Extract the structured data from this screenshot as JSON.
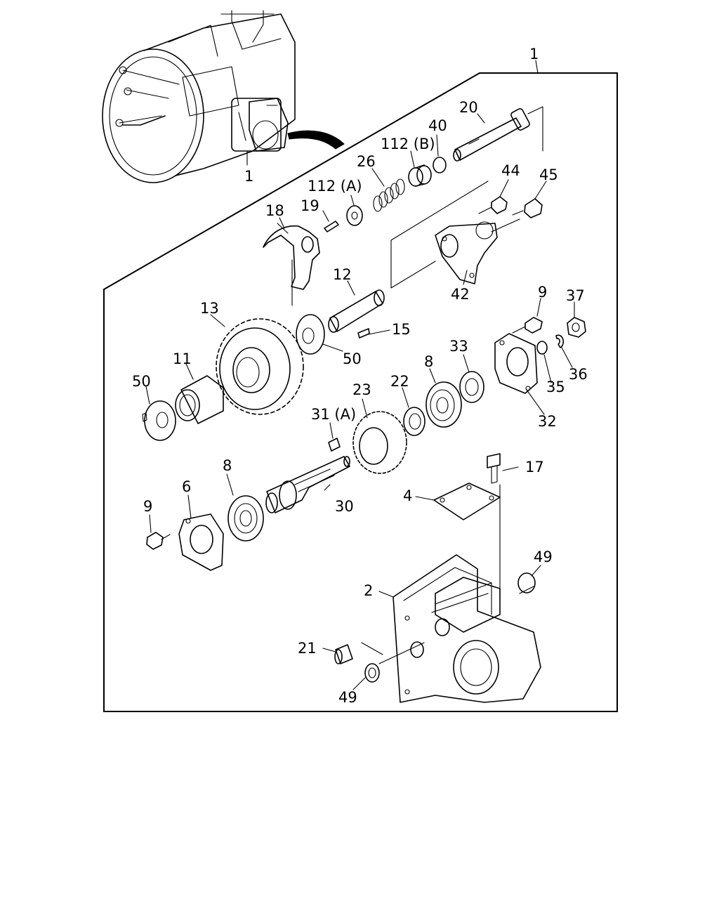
{
  "diagram": {
    "callouts": [
      {
        "id": "c-1-top",
        "text": "1"
      },
      {
        "id": "c-1-engine",
        "text": "1"
      },
      {
        "id": "c-20",
        "text": "20"
      },
      {
        "id": "c-40",
        "text": "40"
      },
      {
        "id": "c-112b",
        "text": "112 (B)"
      },
      {
        "id": "c-26",
        "text": "26"
      },
      {
        "id": "c-112a",
        "text": "112 (A)"
      },
      {
        "id": "c-19",
        "text": "19"
      },
      {
        "id": "c-18",
        "text": "18"
      },
      {
        "id": "c-44",
        "text": "44"
      },
      {
        "id": "c-45",
        "text": "45"
      },
      {
        "id": "c-42",
        "text": "42"
      },
      {
        "id": "c-12",
        "text": "12"
      },
      {
        "id": "c-15",
        "text": "15"
      },
      {
        "id": "c-50-upper",
        "text": "50"
      },
      {
        "id": "c-13",
        "text": "13"
      },
      {
        "id": "c-11",
        "text": "11"
      },
      {
        "id": "c-50-lower",
        "text": "50"
      },
      {
        "id": "c-9-upper",
        "text": "9"
      },
      {
        "id": "c-37",
        "text": "37"
      },
      {
        "id": "c-36",
        "text": "36"
      },
      {
        "id": "c-35",
        "text": "35"
      },
      {
        "id": "c-32",
        "text": "32"
      },
      {
        "id": "c-33",
        "text": "33"
      },
      {
        "id": "c-8-upper",
        "text": "8"
      },
      {
        "id": "c-22",
        "text": "22"
      },
      {
        "id": "c-23",
        "text": "23"
      },
      {
        "id": "c-31a",
        "text": "31 (A)"
      },
      {
        "id": "c-17",
        "text": "17"
      },
      {
        "id": "c-4",
        "text": "4"
      },
      {
        "id": "c-8-lower",
        "text": "8"
      },
      {
        "id": "c-6",
        "text": "6"
      },
      {
        "id": "c-9-lower",
        "text": "9"
      },
      {
        "id": "c-30",
        "text": "30"
      },
      {
        "id": "c-49-right",
        "text": "49"
      },
      {
        "id": "c-2",
        "text": "2"
      },
      {
        "id": "c-21",
        "text": "21"
      },
      {
        "id": "c-49-bottom",
        "text": "49"
      }
    ]
  }
}
